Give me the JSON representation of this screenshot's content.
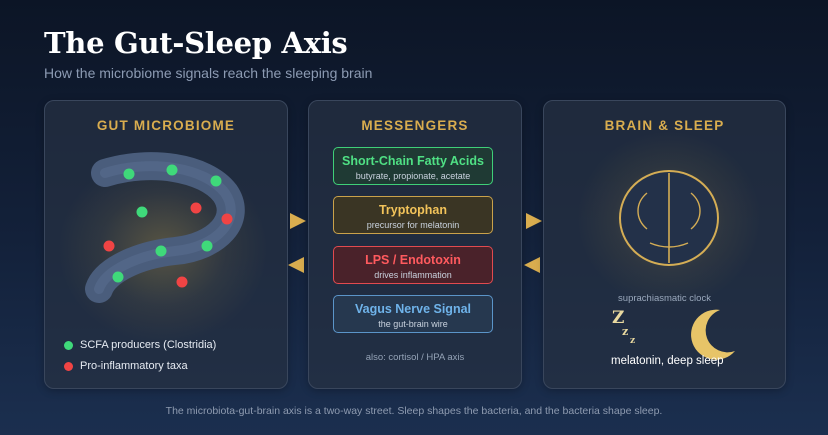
{
  "header": {
    "title": "The Gut-Sleep Axis",
    "subtitle": "How the microbiome signals reach the sleeping brain"
  },
  "gut": {
    "title": "GUT MICROBIOME",
    "legend": [
      {
        "label": "SCFA producers (Clostridia)",
        "color": "#3fd97a"
      },
      {
        "label": "Pro-inflammatory taxa",
        "color": "#f04444"
      }
    ]
  },
  "messengers": {
    "title": "MESSENGERS",
    "items": [
      {
        "label": "Short-Chain Fatty Acids",
        "sub": "butyrate, propionate, acetate"
      },
      {
        "label": "Tryptophan",
        "sub": "precursor for melatonin"
      },
      {
        "label": "LPS / Endotoxin",
        "sub": "drives inflammation"
      },
      {
        "label": "Vagus Nerve Signal",
        "sub": "the gut-brain wire"
      }
    ],
    "note": "also: cortisol / HPA axis"
  },
  "brain": {
    "title": "BRAIN & SLEEP",
    "scn_label": "suprachiasmatic clock",
    "z_big": "Z",
    "z_mid": "z",
    "z_small": "z",
    "sleep_label": "melatonin, deep sleep"
  },
  "footer": "The microbiota-gut-brain axis is a two-way street. Sleep shapes the bacteria, and the bacteria shape sleep.",
  "colors": {
    "accent": "#d9ad4f",
    "scfa": "#3fd97a",
    "inflammatory": "#f04444"
  }
}
